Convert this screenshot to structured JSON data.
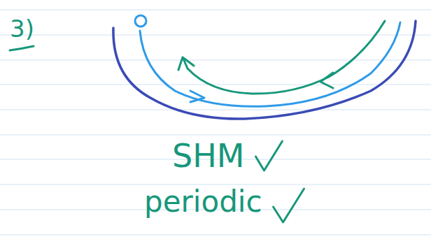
{
  "diagram": {
    "labels": [
      "3)",
      "SHM",
      "periodic"
    ]
  }
}
